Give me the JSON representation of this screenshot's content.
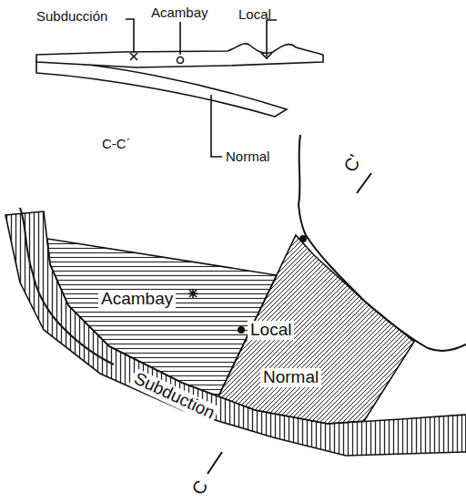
{
  "diagram": {
    "nodes": [
      {
        "text": [
          "Acambay"
        ]
      },
      {
        "text": [
          "Local",
          "Normal"
        ]
      },
      {
        "text": [
          "Subduction"
        ]
      }
    ],
    "labels": [
      "Subducción",
      "Acambay",
      "Local",
      "C-C´",
      "Normal",
      "C'",
      "C"
    ]
  }
}
